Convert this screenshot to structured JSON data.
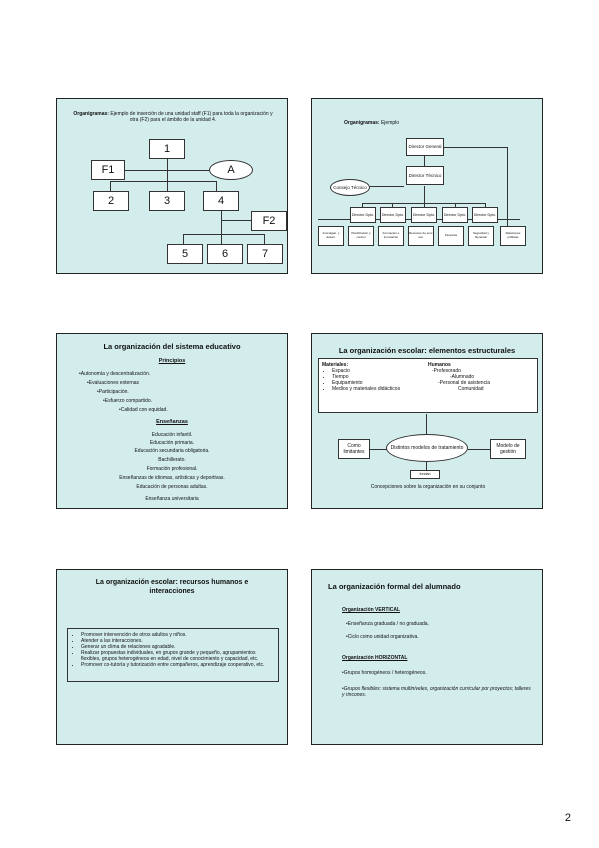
{
  "page_number": "2",
  "slide1": {
    "title_bold": "Organigramas:",
    "title_rest": " Ejemplo de inserción de una unidad staff (F1) para toda la organización y otra (F2) para el ámbito de la unidad 4.",
    "boxes": {
      "b1": "1",
      "f1": "F1",
      "a": "A",
      "b2": "2",
      "b3": "3",
      "b4": "4",
      "f2": "F2",
      "b5": "5",
      "b6": "6",
      "b7": "7"
    }
  },
  "slide2": {
    "title_bold": "Organigramas:",
    "title_rest": " Ejemplo",
    "director_general": "Director General",
    "director_tecnico": "Director Técnico",
    "consejo": "Consejo Técnico",
    "dptos": [
      "Director Dpto.",
      "Director Dpto.",
      "Director Dpto.",
      "Director Dpto.",
      "Director Dpto."
    ],
    "units": [
      "Investigac. y desarr.",
      "Planificación y control",
      "Formación e innovación",
      "Recursos de serv. soc.",
      "Finanzas",
      "Seguridad y bienestar",
      "Relaciones públicas"
    ]
  },
  "slide3": {
    "title": "La organización del sistema educativo",
    "principios_head": "Principios",
    "principios": [
      "•Autonomía y descentralización.",
      "•Evaluaciones externas",
      "•Participación.",
      "•Esfuerzo compartido.",
      "•Calidad con equidad."
    ],
    "ensenanzas_head": "Enseñanzas",
    "ensenanzas": [
      "Educación infantil.",
      "Educación primaria.",
      "Educación secundaria obligatoria.",
      "Bachillerato.",
      "Formación profesional.",
      "Enseñanzas de idiomas, artísticas y deportivas.",
      "Educación de personas adultas.",
      "Enseñanza universitaria"
    ]
  },
  "slide4": {
    "title": "La organización escolar: elementos estructurales",
    "materiales_head": "Materiales:",
    "materiales": [
      "Espacio",
      "Tiempo",
      "Equipamiento",
      "Medios y materiales didácticos"
    ],
    "humanos_head": "Humanos",
    "humanos": [
      "-Profesorado",
      "-Alumnado",
      "-Personal de asistencia",
      "Comunidad"
    ],
    "como_limitantes": "Como limitantes",
    "modelos": "Distintos modelos de tratamiento",
    "modelo_gestion": "Modelo de gestión",
    "fundan": "fundan",
    "concepciones": "Concepciones sobre la organización en su conjunto"
  },
  "slide5": {
    "title": "La organización escolar: recursos humanos e interacciones",
    "items": [
      "Promover intervención de otros adultos y niños.",
      "Atender a las interacciones.",
      "Generar un clima de relaciones agradable.",
      "Realizar propuestas individuales, en grupos grande y pequeño, agrupamientos flexibles, grupos heterogéneos en edad, nivel de conocimiento y capacidad, etc.",
      "Promover co-tutoría y tutorización entre compañeros, aprendizaje cooperativo, etc."
    ]
  },
  "slide6": {
    "title": "La organización formal del alumnado",
    "vertical_head": "Organización VERTICAL",
    "vertical": [
      "•Enseñanza graduada / no graduada.",
      "•Ciclo como unidad organizativa."
    ],
    "horizontal_head": "Organización HORIZONTAL",
    "horizontal": [
      "•Grupos homogéneos / heterogéneos.",
      "•Grupos flexibles: sistema multiniveles, organización curricular por proyectos; talleres y rincones."
    ]
  }
}
